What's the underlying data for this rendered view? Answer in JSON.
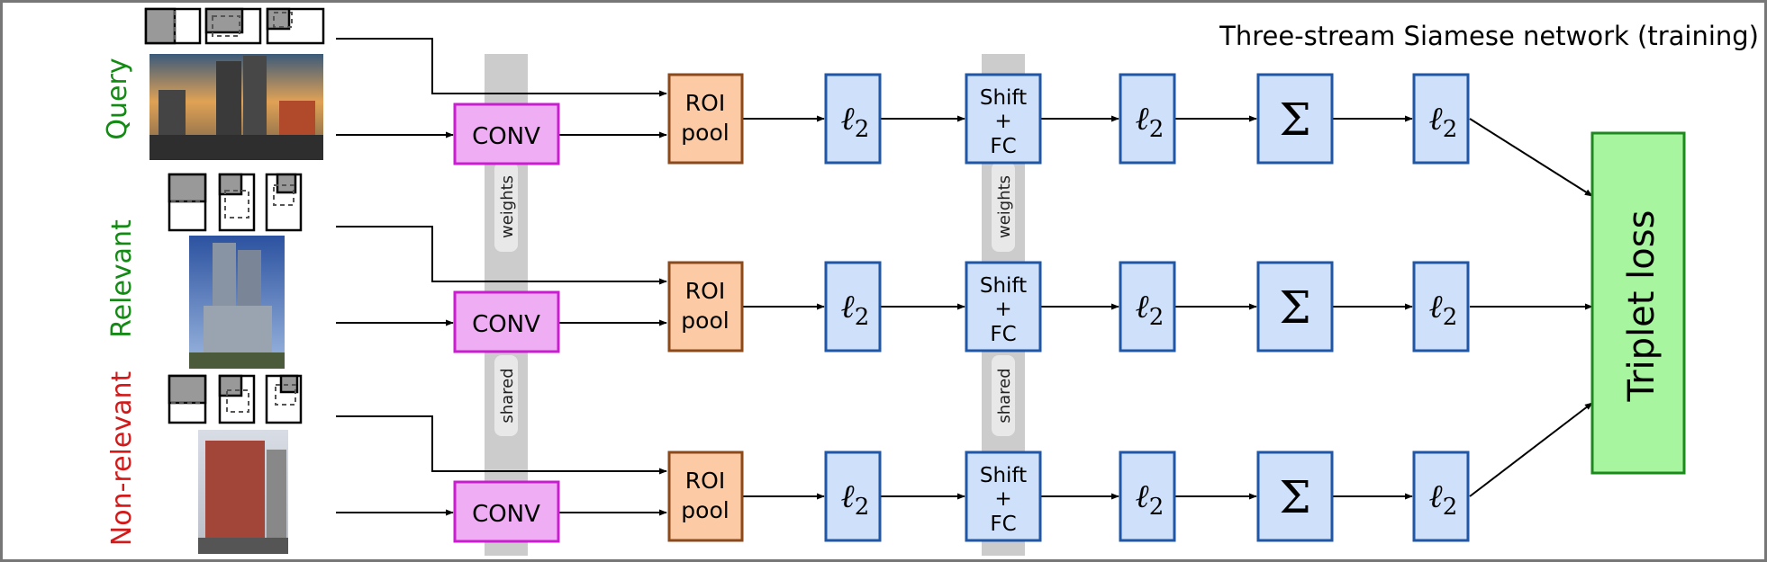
{
  "title": "Three-stream Siamese network (training)",
  "streams": [
    {
      "label": "Query",
      "color": "#138a13"
    },
    {
      "label": "Relevant",
      "color": "#138a13"
    },
    {
      "label": "Non-relevant",
      "color": "#d21a1a"
    }
  ],
  "conv_label": "CONV",
  "roi_label_line1": "ROI",
  "roi_label_line2": "pool",
  "norm_label": "ℓ",
  "norm_sub": "2",
  "shift_line1": "Shift",
  "shift_line2": "+",
  "shift_line3": "FC",
  "sum_label": "Σ",
  "bar_weights": "weights",
  "bar_shared": "shared",
  "loss_label": "Triplet loss",
  "colors": {
    "conv_fill": "#efadf3",
    "conv_stroke": "#c81ed0",
    "roi_fill": "#fccba5",
    "roi_stroke": "#8a4a1c",
    "blue_fill": "#cfe0fa",
    "blue_stroke": "#1f56a6",
    "loss_fill": "#a8f5a0",
    "loss_stroke": "#1c8a1c",
    "bar": "#cccccc"
  }
}
